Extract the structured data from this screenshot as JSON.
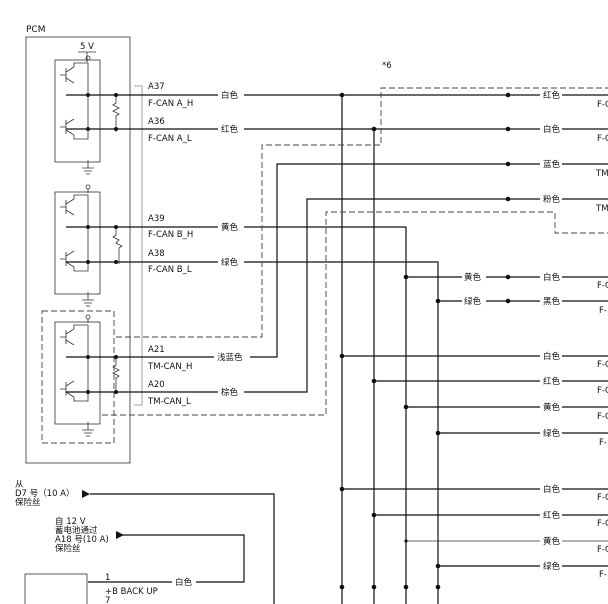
{
  "pcm": {
    "title": "PCM",
    "supply": "5 V"
  },
  "note": "*6",
  "pins": {
    "a37": {
      "pin": "A37",
      "signal": "F-CAN A_H",
      "color": "白色"
    },
    "a36": {
      "pin": "A36",
      "signal": "F-CAN A_L",
      "color": "红色"
    },
    "a39": {
      "pin": "A39",
      "signal": "F-CAN B_H",
      "color": "黄色"
    },
    "a38": {
      "pin": "A38",
      "signal": "F-CAN B_L",
      "color": "绿色"
    },
    "a21": {
      "pin": "A21",
      "signal": "TM-CAN_H",
      "color": "浅蓝色"
    },
    "a20": {
      "pin": "A20",
      "signal": "TM-CAN_L",
      "color": "棕色"
    }
  },
  "right": {
    "r1": {
      "color": "红色",
      "signal": "F-C"
    },
    "r2": {
      "color": "白色",
      "signal": "F-C"
    },
    "r3": {
      "color": "蓝色",
      "signal": "TM"
    },
    "r4": {
      "color": "粉色",
      "signal": "TM"
    },
    "r5": {
      "color": "白色",
      "signal": "F-C"
    },
    "r6": {
      "color": "黑色",
      "signal": "F-"
    },
    "r7": {
      "color": "白色",
      "signal": "F-C"
    },
    "r8": {
      "color": "红色",
      "signal": "F-C"
    },
    "r9": {
      "color": "黄色",
      "signal": "F-C"
    },
    "r10": {
      "color": "绿色",
      "signal": "F-"
    },
    "r11": {
      "color": "白色",
      "signal": "F-C"
    },
    "r12": {
      "color": "红色",
      "signal": "F-C"
    },
    "r13": {
      "color": "黄色",
      "signal": "F-C"
    },
    "r14": {
      "color": "绿色",
      "signal": "F-"
    }
  },
  "mid": {
    "m1": "黄色",
    "m2": "绿色"
  },
  "fuse1": {
    "from": "从",
    "line": "D7 号（10 A）",
    "label": "保险丝"
  },
  "fuse2": {
    "line1": "自 12 V",
    "line2": "蓄电池通过",
    "line3": "A18 号(10 A)",
    "line4": "保险丝"
  },
  "backup": {
    "pin": "1",
    "label": "+B BACK UP",
    "pin2": "7",
    "color": "白色"
  }
}
